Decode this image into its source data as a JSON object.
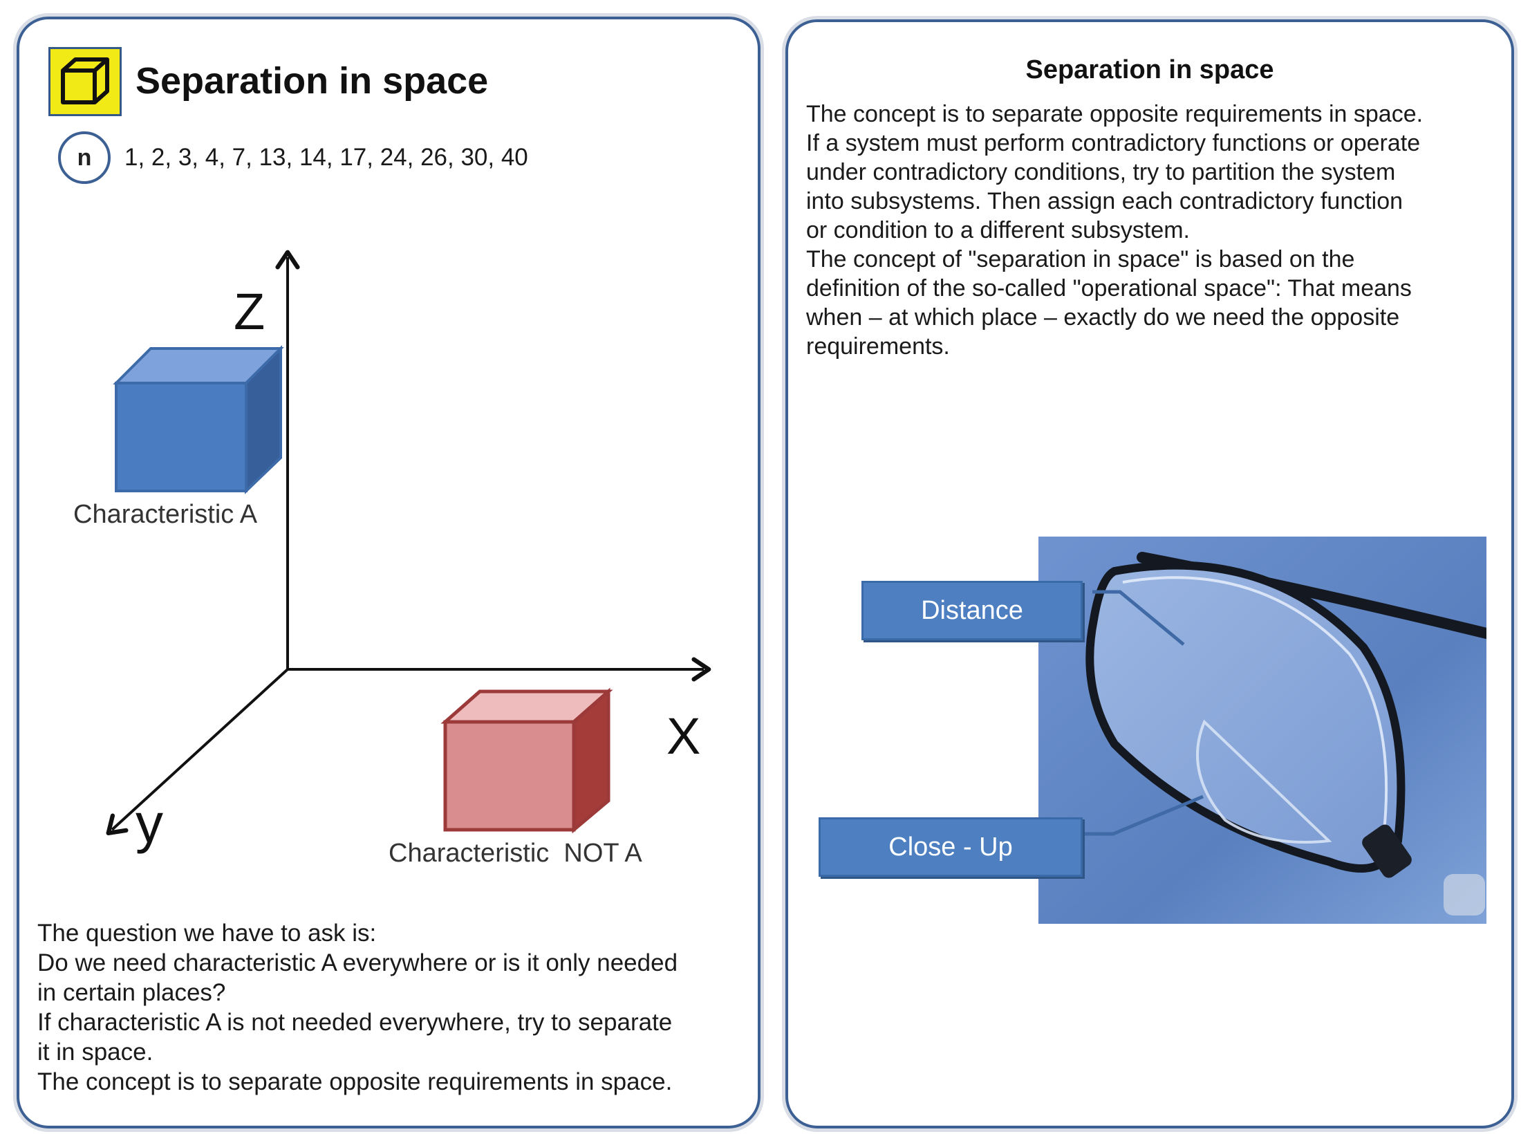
{
  "left_card": {
    "title": "Separation in space",
    "principle_badge": "n",
    "principle_numbers": "1, 2, 3, 4, 7, 13, 14, 17, 24, 26, 30, 40",
    "badge_icon": "cube-icon",
    "diagram": {
      "axis_z": "Z",
      "axis_x": "X",
      "axis_y": "y",
      "cube_a_label": "Characteristic A",
      "cube_not_a_label": "Characteristic  NOT A",
      "cube_a_color": "#4a7cc2",
      "cube_not_a_color": "#d98d8f"
    },
    "body_lines": [
      "The question we have to ask is:",
      "Do we need characteristic A everywhere or is it only needed",
      "in certain places?",
      "If characteristic A is not needed everywhere, try to separate",
      "it in space.",
      "The concept is to separate opposite requirements in space."
    ]
  },
  "right_card": {
    "title": "Separation in space",
    "body_lines": [
      "The concept is to separate opposite requirements in space.",
      "If a system must perform contradictory functions or operate",
      "under contradictory conditions, try to partition the system",
      "into subsystems. Then assign each contradictory function",
      "or condition to a different subsystem.",
      "The concept of \"separation in space\" is based on the",
      "definition of the so-called \"operational space\": That means",
      "when – at which place – exactly do we need the opposite",
      "requirements."
    ],
    "photo_labels": {
      "distance": "Distance",
      "close_up": "Close - Up"
    }
  },
  "colors": {
    "card_border": "#3c5f94",
    "badge_yellow": "#f2ea16",
    "label_blue": "#4d7fc1"
  }
}
